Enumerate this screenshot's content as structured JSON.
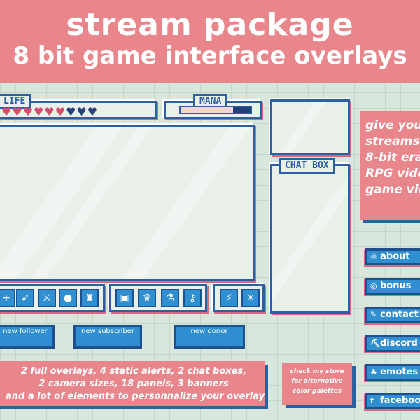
{
  "header": {
    "title": "stream  package",
    "subtitle": "8 bit game interface overlays"
  },
  "life": {
    "label": "LIFE",
    "hearts": "♥♥♥♥♥♥♥♥♥",
    "filled": 6,
    "total": 9
  },
  "mana": {
    "label": "MANA",
    "level": 0.75
  },
  "chat": {
    "label": "CHAT BOX"
  },
  "slots": {
    "group1": [
      "+",
      "➶",
      "⚔",
      "●",
      "♜"
    ],
    "group2": [
      "▣",
      "♛",
      "⚗",
      "⚷"
    ],
    "group3": [
      "⚡",
      "☀"
    ]
  },
  "alerts": {
    "follower": "new follower",
    "subscriber": "new subscriber",
    "donor": "new donor"
  },
  "promo": {
    "line1": "give your",
    "line2": "streams",
    "line3": "8-bit era",
    "line4": "RPG video",
    "line5": "game vibe"
  },
  "features": {
    "line1": "2 full overlays, 4 static alerts, 2 chat boxes,",
    "line2": "2 camera sizes, 18 panels, 3 banners",
    "line3": "and a lot of elements to personnalize your overlay"
  },
  "store_note": {
    "line1": "check my store",
    "line2": "for alternative",
    "line3": "color palettes"
  },
  "panels": [
    {
      "label": "about",
      "icon": "skull-icon"
    },
    {
      "label": "bonus",
      "icon": "coins-icon"
    },
    {
      "label": "contact",
      "icon": "feather-icon"
    },
    {
      "label": "discord",
      "icon": "pickaxe-icon"
    },
    {
      "label": "emotes",
      "icon": "mushroom-icon"
    },
    {
      "label": "facebook",
      "icon": "facebook-icon"
    }
  ],
  "colors": {
    "pink": "#e8868c",
    "blue": "#2d5fa3",
    "button_blue": "#2f8fd1",
    "background": "#d9e6dc"
  }
}
